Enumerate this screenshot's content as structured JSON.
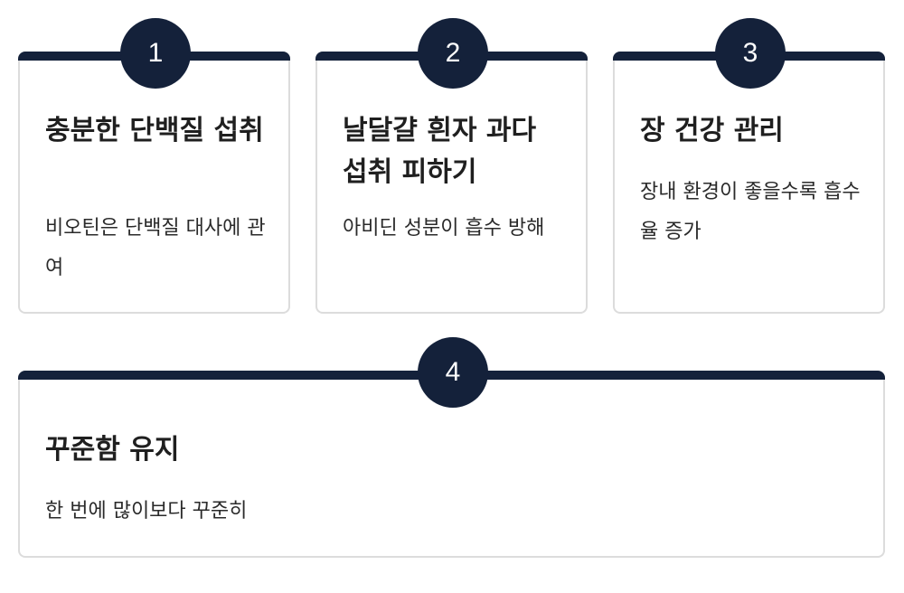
{
  "steps": [
    {
      "number": "1",
      "title": "충분한 단백질 섭취",
      "description": "비오틴은 단백질 대사에 관여"
    },
    {
      "number": "2",
      "title": "날달걀 흰자 과다 섭취 피하기",
      "description": "아비딘 성분이 흡수 방해"
    },
    {
      "number": "3",
      "title": "장 건강 관리",
      "description": "장내 환경이 좋을수록 흡수율 증가"
    },
    {
      "number": "4",
      "title": "꾸준함 유지",
      "description": "한 번에 많이보다 꾸준히"
    }
  ],
  "colors": {
    "accent": "#14213a",
    "card_border": "#dcdcdc",
    "text": "#1f1f1f"
  }
}
